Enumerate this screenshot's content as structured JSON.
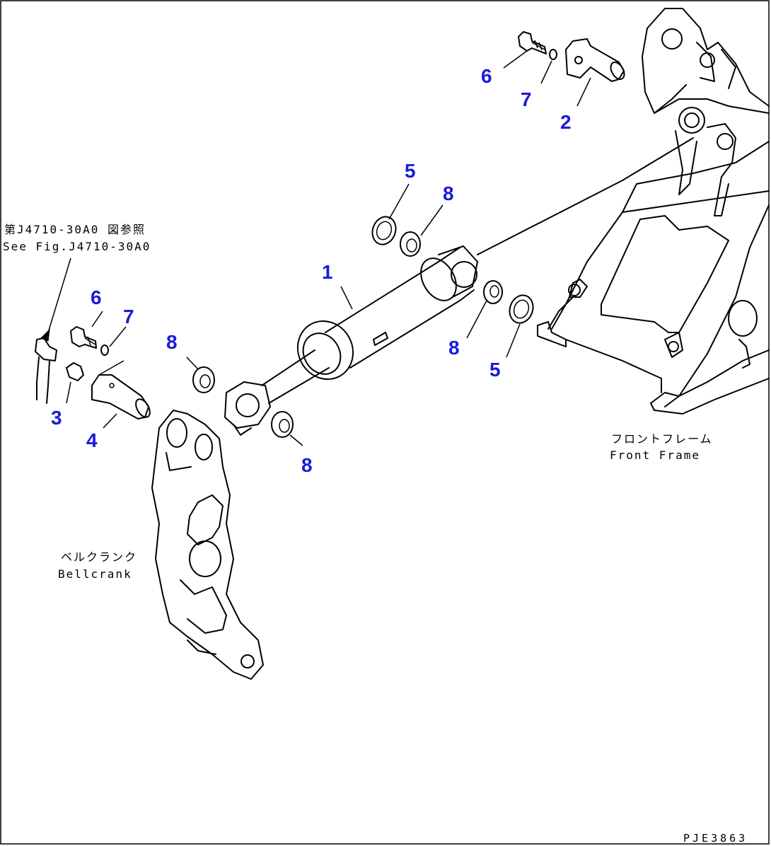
{
  "callouts": {
    "c6_top": "6",
    "c7_top": "7",
    "c2": "2",
    "c5_top": "5",
    "c8_top": "8",
    "c1": "1",
    "c6_left": "6",
    "c7_left": "7",
    "c8_left": "8",
    "c8_mid": "8",
    "c5_right": "5",
    "c8_bottom": "8",
    "c3": "3",
    "c4": "4"
  },
  "labels": {
    "ref_jp": "第J4710-30A0 図参照",
    "ref_en": "See Fig.J4710-30A0",
    "front_frame_jp": "フロントフレーム",
    "front_frame_en": "Front Frame",
    "bellcrank_jp": "ベルクランク",
    "bellcrank_en": "Bellcrank"
  },
  "drawing_code": "PJE3863",
  "colors": {
    "callout": "#1a1adc",
    "line": "#000000",
    "background": "#ffffff"
  }
}
